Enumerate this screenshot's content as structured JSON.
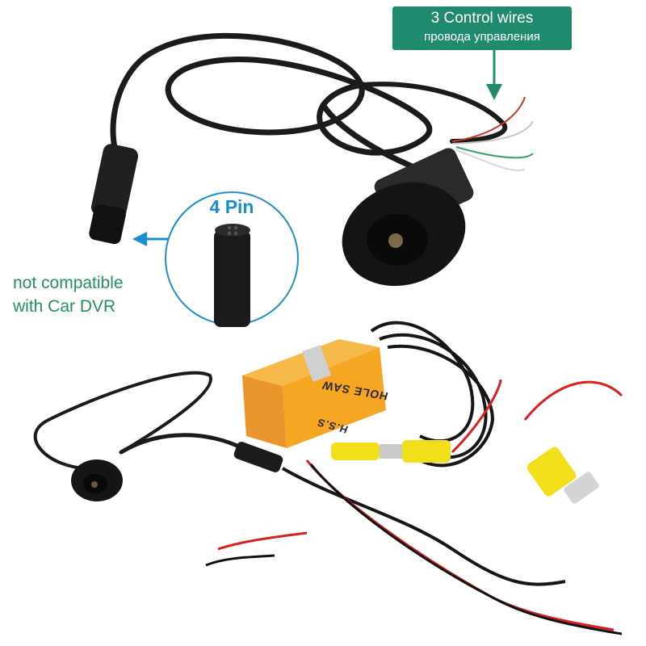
{
  "callout": {
    "line1": "3 Control wires",
    "line2": "провода управления"
  },
  "pin_label": "4 Pin",
  "note": {
    "line1": "not compatible",
    "line2": "with Car DVR"
  },
  "box": {
    "line1": "HOLE SAW",
    "line2": "H.S.S"
  },
  "colors": {
    "callout_bg": "#1f8a6d",
    "pin_label": "#1e8ccd",
    "note_text": "#22925a",
    "arrow": "#1e8ccd",
    "box": "#f5a623",
    "rca": "#f2df1b",
    "cable": "#1b1b1b",
    "wire_red": "#d92020"
  }
}
